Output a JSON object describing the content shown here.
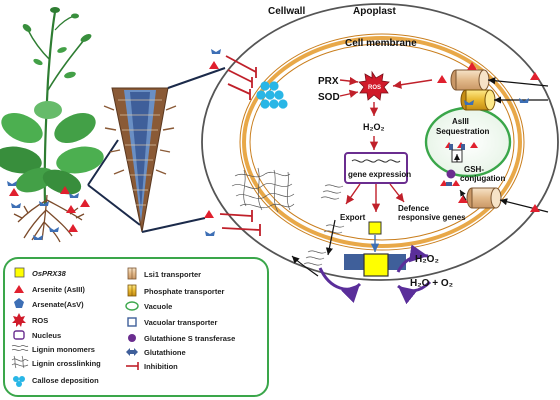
{
  "labels": {
    "cellwall": "Cellwall",
    "apoplast": "Apoplast",
    "cell_membrane": "Cell membrane",
    "prx": "PRX",
    "sod": "SOD",
    "ros": "ROS",
    "h2o2_top": "H₂O₂",
    "gene_expression": "gene expression",
    "asiii_sequestration_line1": "AsIII",
    "asiii_sequestration_line2": "Sequestration",
    "gsh_conjugation_line1": "GSH-",
    "gsh_conjugation_line2": "conjugation",
    "export": "Export",
    "defence_line1": "Defence",
    "defence_line2": "responsive genes",
    "h2o2_bottom": "H₂O₂",
    "h2o_o2": "H₂O + O₂"
  },
  "legend": {
    "col1": [
      {
        "icon": "osprx38-square-icon",
        "text": "OsPRX38"
      },
      {
        "icon": "arsenite-triangle-icon",
        "text": "Arsenite (AsIII)"
      },
      {
        "icon": "arsenate-pentagon-icon",
        "text": "Arsenate(AsV)"
      },
      {
        "icon": "ros-star-icon",
        "text": "ROS"
      },
      {
        "icon": "nucleus-icon",
        "text": "Nucleus"
      },
      {
        "icon": "lignin-monomers-icon",
        "text": "Lignin monomers"
      },
      {
        "icon": "lignin-crosslinking-icon",
        "text": "Lignin crosslinking"
      },
      {
        "icon": "callose-deposition-icon",
        "text": "Callose deposition"
      }
    ],
    "col2": [
      {
        "icon": "lsi1-transporter-icon",
        "text": "Lsi1 transporter"
      },
      {
        "icon": "phosphate-transporter-icon",
        "text": "Phosphate  transporter"
      },
      {
        "icon": "vacuole-icon",
        "text": "Vacuole"
      },
      {
        "icon": "vacuolar-transporter-icon",
        "text": "Vacuolar transporter"
      },
      {
        "icon": "glutathione-s-transferase-icon",
        "text": "Glutathione S transferase"
      },
      {
        "icon": "glutathione-icon",
        "text": "Glutathione"
      },
      {
        "icon": "inhibition-icon",
        "text": "Inhibition"
      }
    ]
  },
  "colors": {
    "arsenite": "#e0202e",
    "arsenate": "#3d6fb5",
    "callose": "#29b6e6",
    "membrane": "#e8a848",
    "osprx38": "#ffff00",
    "legend_border": "#3aa64a",
    "inhibition": "#c0202a",
    "vacuole": "#3aa64a",
    "nucleus": "#6a2d8f",
    "ros": "#d01a2a",
    "transporter_lsi1": "#e8c9a3",
    "transporter_phosphate": "#e8b830"
  }
}
